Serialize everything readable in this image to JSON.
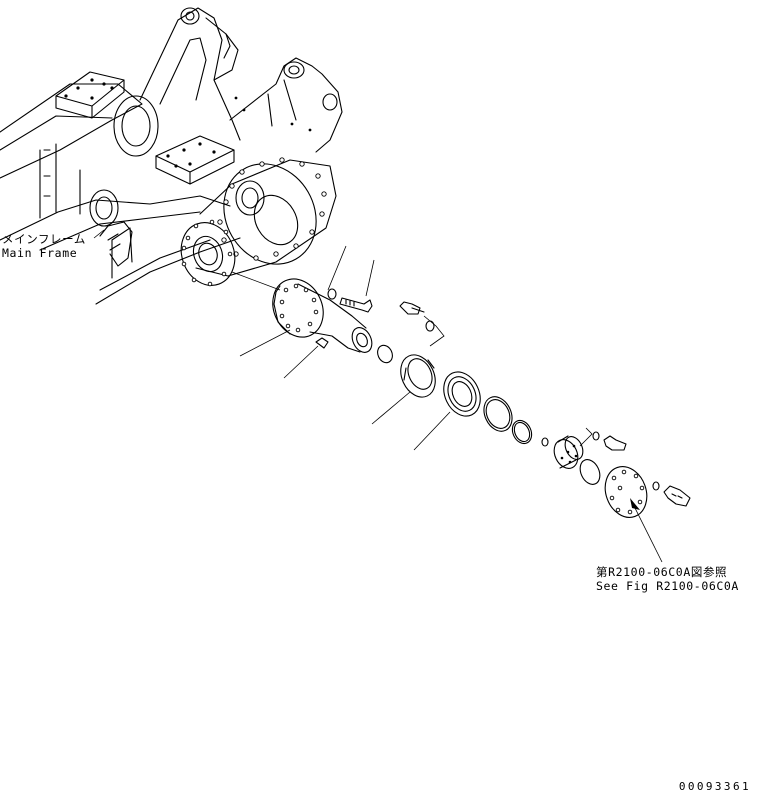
{
  "labels": {
    "main_frame_jp": "メインフレーム",
    "main_frame_en": "Main Frame",
    "see_fig_jp": "第R2100-06C0A図参照",
    "see_fig_en": "See Fig R2100-06C0A"
  },
  "drawing_number": "00093361"
}
